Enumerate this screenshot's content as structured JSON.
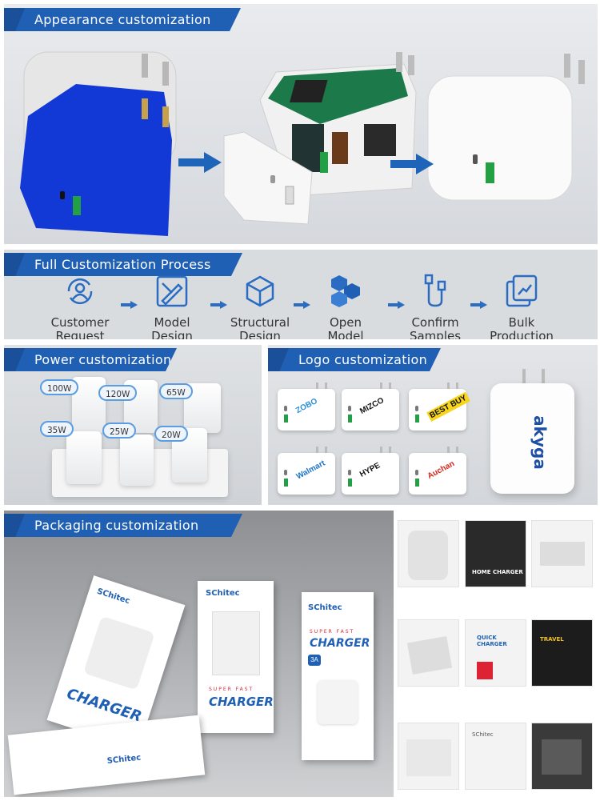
{
  "sections": {
    "appearance": "Appearance customization",
    "process": "Full Customization Process",
    "power": "Power customization",
    "logo": "Logo customization",
    "packaging": "Packaging customization"
  },
  "process_steps": [
    {
      "line1": "Customer",
      "line2": "Request",
      "icon": "user-cycle-icon"
    },
    {
      "line1": "Model",
      "line2": "Design",
      "icon": "ruler-pencil-icon"
    },
    {
      "line1": "Structural",
      "line2": "Design",
      "icon": "cube-icon"
    },
    {
      "line1": "Open",
      "line2": "Model",
      "icon": "blocks-icon"
    },
    {
      "line1": "Confirm",
      "line2": "Samples",
      "icon": "usb-cable-icon"
    },
    {
      "line1": "Bulk",
      "line2": "Production",
      "icon": "chart-cards-icon"
    }
  ],
  "power_labels": [
    "100W",
    "120W",
    "65W",
    "35W",
    "25W",
    "20W"
  ],
  "logo_brands": [
    "ZOBO",
    "MIZCO",
    "BEST BUY",
    "Walmart",
    "HYPE",
    "Auchan",
    "akyga"
  ],
  "packaging": {
    "brand": "SChitec",
    "title": "CHARGER",
    "tagline": "SUPER FAST",
    "badge": "3A",
    "thumb_texts": [
      "HOME CHARGER",
      "QUICK CHARGER",
      "TRAVEL"
    ]
  },
  "colors": {
    "accent": "#1f5fb4",
    "blue_charger": "#1238d6",
    "usb_green": "#23a043"
  }
}
